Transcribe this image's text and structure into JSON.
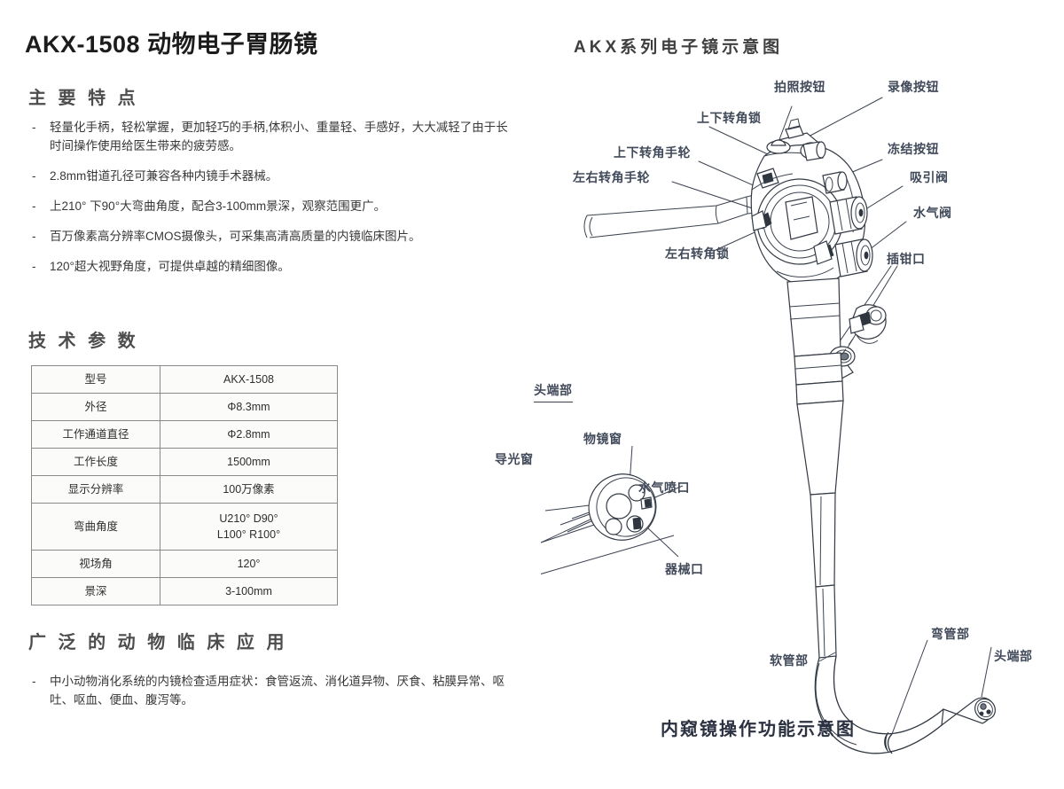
{
  "product": {
    "title": "AKX-1508 动物电子胃肠镜"
  },
  "features": {
    "heading": "主 要 特 点",
    "bullet_marker": "-",
    "items": [
      "轻量化手柄，轻松掌握，更加轻巧的手柄,体积小、重量轻、手感好，大大减轻了由于长时间操作使用给医生带来的疲劳感。",
      "2.8mm钳道孔径可兼容各种内镜手术器械。",
      "上210° 下90°大弯曲角度，配合3-100mm景深，观察范围更广。",
      "百万像素高分辨率CMOS摄像头，可采集高清高质量的内镜临床图片。",
      "120°超大视野角度，可提供卓越的精细图像。"
    ]
  },
  "specs": {
    "heading": "技 术 参 数",
    "rows": [
      {
        "label": "型号",
        "value": "AKX-1508",
        "value2": ""
      },
      {
        "label": "外径",
        "value": "Φ8.3mm",
        "value2": ""
      },
      {
        "label": "工作通道直径",
        "value": "Φ2.8mm",
        "value2": ""
      },
      {
        "label": "工作长度",
        "value": "1500mm",
        "value2": ""
      },
      {
        "label": "显示分辨率",
        "value": "100万像素",
        "value2": ""
      },
      {
        "label": "弯曲角度",
        "value": "U210°  D90°",
        "value2": "L100°  R100°"
      },
      {
        "label": "视场角",
        "value": "120°",
        "value2": ""
      },
      {
        "label": "景深",
        "value": "3-100mm",
        "value2": ""
      }
    ]
  },
  "applications": {
    "heading": "广 泛 的 动 物 临 床 应 用",
    "bullet_marker": "-",
    "items": [
      "中小动物消化系统的内镜检查适用症状：食管返流、消化道异物、厌食、粘膜异常、呕吐、呕血、便血、腹泻等。"
    ]
  },
  "diagram": {
    "title": "AKX系列电子镜示意图",
    "caption": "内窥镜操作功能示意图",
    "labels": {
      "photo_button": "拍照按钮",
      "record_button": "录像按钮",
      "freeze_button": "冻结按钮",
      "up_down_lock": "上下转角锁",
      "up_down_wheel": "上下转角手轮",
      "left_right_wheel": "左右转角手轮",
      "left_right_lock": "左右转角锁",
      "suction_valve": "吸引阀",
      "air_water_valve": "水气阀",
      "biopsy_port": "插钳口",
      "distal_tip_detail": "头端部",
      "light_guide_window": "导光窗",
      "objective_window": "物镜窗",
      "air_water_nozzle": "水气喷口",
      "instrument_channel": "器械口",
      "flexible_tube": "软管部",
      "bending_section": "弯管部",
      "distal_tip": "头端部"
    }
  },
  "colors": {
    "title_text": "#1c1c1c",
    "heading_text": "#4d4d4d",
    "body_text": "#383838",
    "label_text": "#414a5a",
    "table_border": "#8a8a8a",
    "table_bg": "#fbfbfa",
    "line_art": "#3c4350"
  }
}
